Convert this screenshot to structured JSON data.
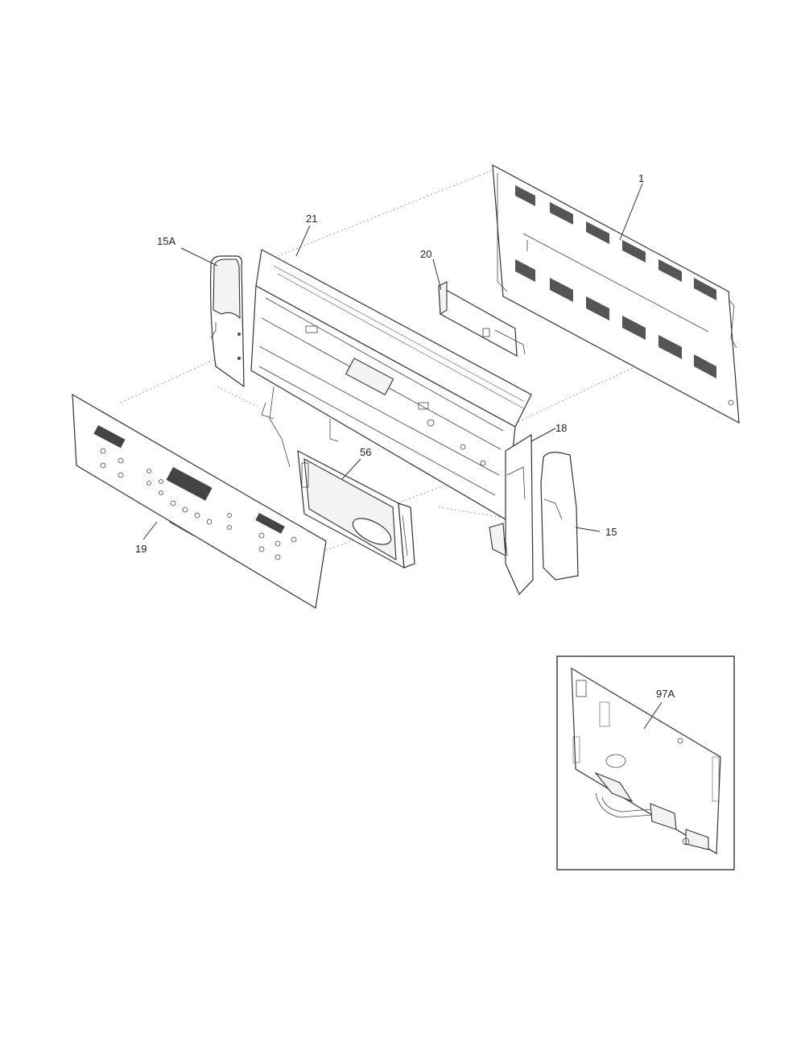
{
  "diagram": {
    "callouts": {
      "back_panel": "1",
      "control_panel_frame": "21",
      "bracket_20": "20",
      "end_cap_left": "15A",
      "end_cap_right": "15",
      "side_bracket": "18",
      "control_board": "56",
      "overlay": "19",
      "inset_board": "97A"
    }
  }
}
